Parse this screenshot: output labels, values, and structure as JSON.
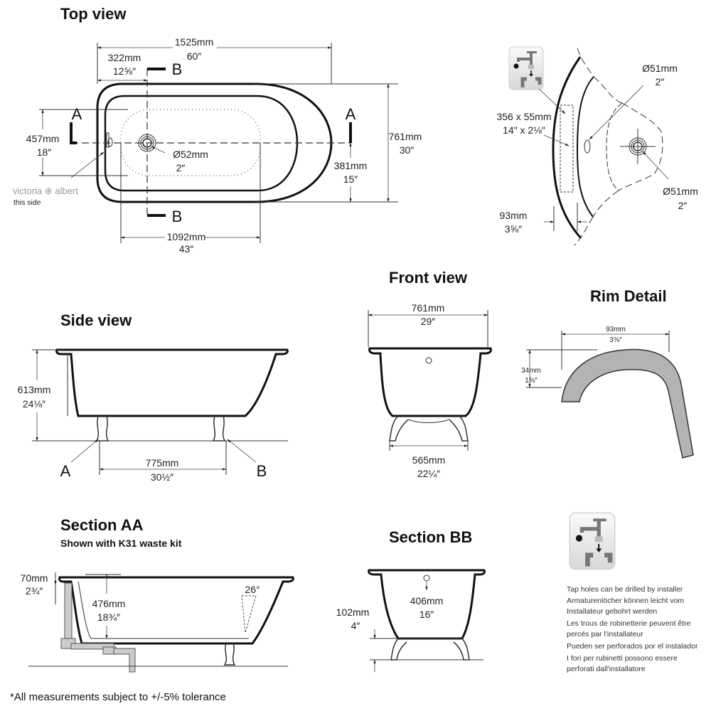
{
  "top_view": {
    "title": "Top view",
    "length_mm": "1525mm",
    "length_in": "60″",
    "offset_mm": "322mm",
    "offset_in": "12⅝″",
    "width_mm": "761mm",
    "width_in": "30″",
    "inner_mm": "457mm",
    "inner_in": "18″",
    "half_mm": "381mm",
    "half_in": "15″",
    "bottom_mm": "1092mm",
    "bottom_in": "43″",
    "drain_mm": "Ø52mm",
    "drain_in": "2″",
    "section_a": "A",
    "section_b": "B",
    "brand": "victoria ⊕ albert",
    "brand_note": "this side"
  },
  "tap_detail": {
    "hole1_mm": "Ø51mm",
    "hole1_in": "2″",
    "area_mm": "356 x 55mm",
    "area_in": "14″ x 2⅛″",
    "hole2_mm": "Ø51mm",
    "hole2_in": "2″",
    "rim_mm": "93mm",
    "rim_in": "3⅝″"
  },
  "side_view": {
    "title": "Side view",
    "height_mm": "613mm",
    "height_in": "24⅛″",
    "feet_mm": "775mm",
    "feet_in": "30½″",
    "label_a": "A",
    "label_b": "B"
  },
  "front_view": {
    "title": "Front view",
    "width_mm": "761mm",
    "width_in": "29″",
    "feet_mm": "565mm",
    "feet_in": "22¼″"
  },
  "rim_detail": {
    "title": "Rim Detail",
    "width_mm": "93mm",
    "width_in": "3⅝″",
    "height_mm": "34mm",
    "height_in": "1⅜″"
  },
  "section_aa": {
    "title": "Section AA",
    "subtitle": "Shown with K31 waste kit",
    "rim_mm": "70mm",
    "rim_in": "2¾″",
    "depth_mm": "476mm",
    "depth_in": "18¾″",
    "angle": "26°"
  },
  "section_bb": {
    "title": "Section BB",
    "depth_mm": "406mm",
    "depth_in": "16″",
    "clear_mm": "102mm",
    "clear_in": "4″"
  },
  "tap_note": {
    "lines": [
      "Tap holes can be drilled by installer",
      "Armaturenlöcher können leicht vom",
      "Installateur gebohrt werden",
      "Les trous de robinetterie peuvent être",
      "percés par l'installateur",
      "Pueden ser perforados por el instalador",
      "I fori per rubinetti possono essere",
      "perforati dall'installatore"
    ]
  },
  "footnote": "*All measurements subject to +/-5% tolerance"
}
